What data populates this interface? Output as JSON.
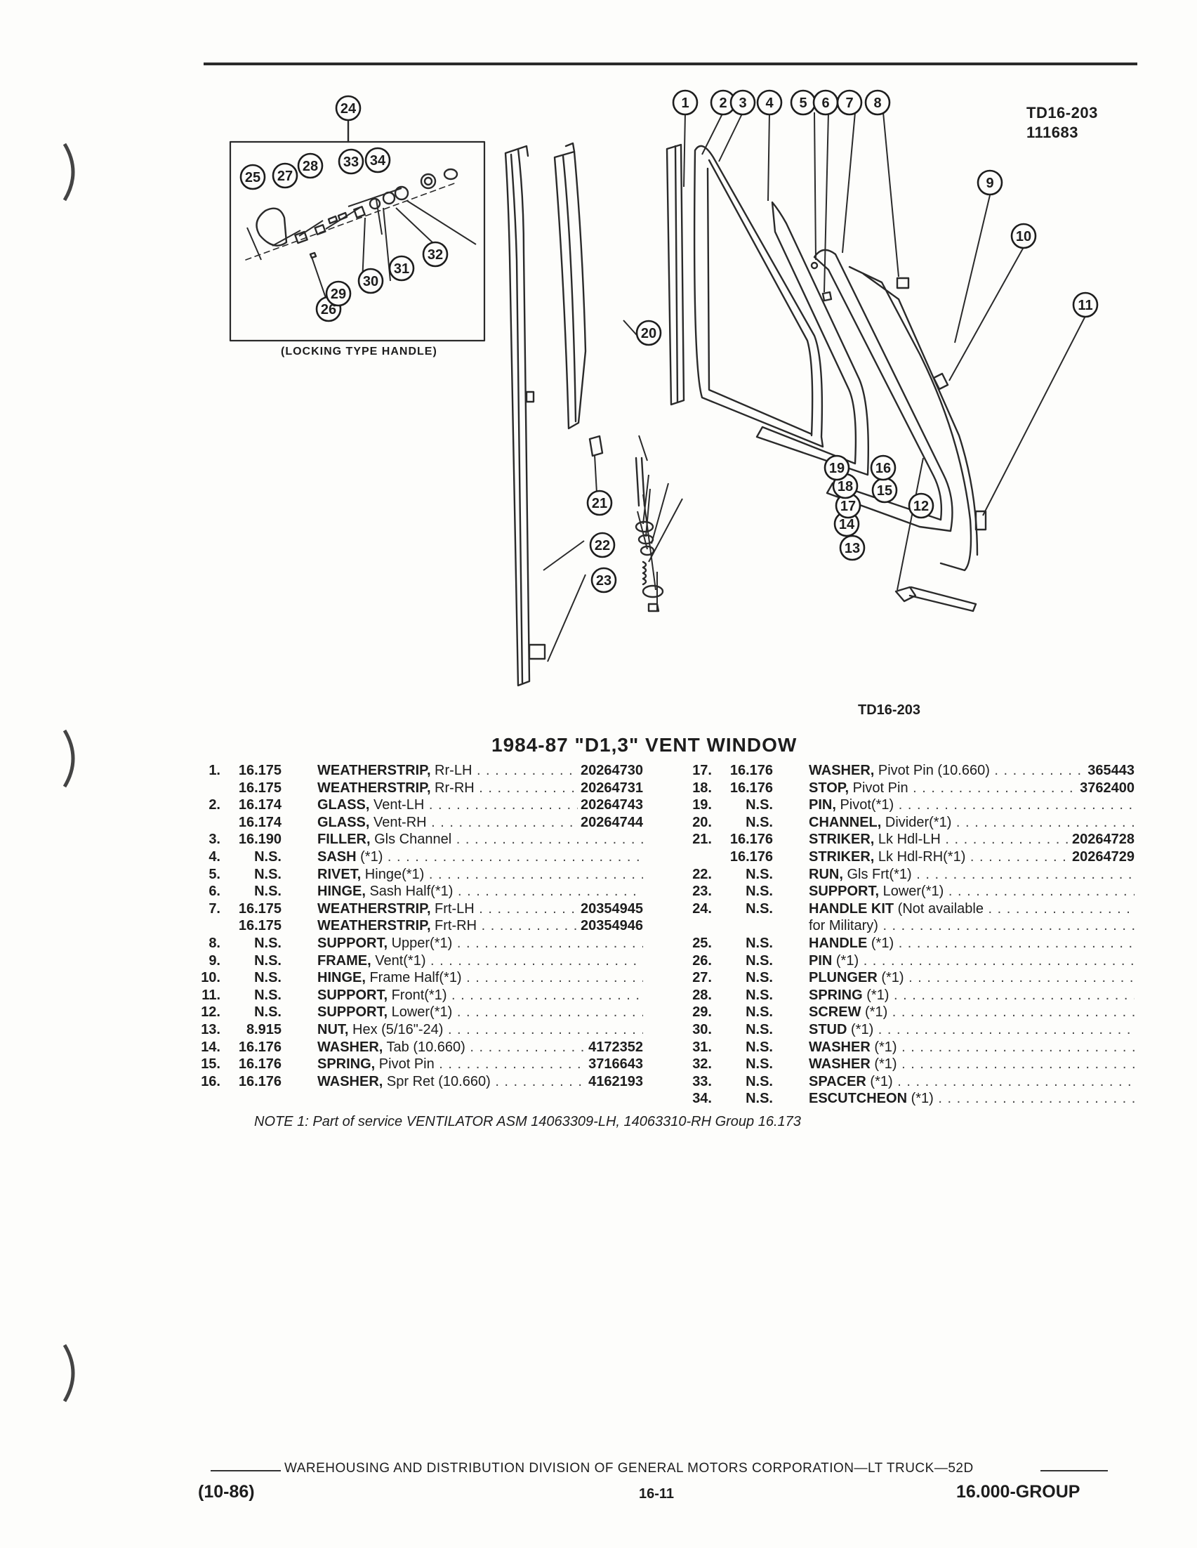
{
  "header": {
    "diagram_code": "TD16-203",
    "diagram_date": "111683"
  },
  "figure": {
    "inset_caption": "(LOCKING TYPE HANDLE)",
    "code": "TD16-203",
    "callouts": [
      "1",
      "2",
      "3",
      "4",
      "5",
      "6",
      "7",
      "8",
      "9",
      "10",
      "11",
      "12",
      "13",
      "14",
      "15",
      "16",
      "17",
      "18",
      "19",
      "20",
      "21",
      "22",
      "23",
      "24",
      "25",
      "26",
      "27",
      "28",
      "29",
      "30",
      "31",
      "32",
      "33",
      "34"
    ]
  },
  "title": "1984-87 \"D1,3\" VENT WINDOW",
  "parts_left": [
    {
      "num": "1.",
      "group": "16.175",
      "name": "WEATHERSTRIP,",
      "detail": " Rr-LH",
      "part_no": "20264730"
    },
    {
      "num": "",
      "group": "16.175",
      "name": "WEATHERSTRIP,",
      "detail": " Rr-RH",
      "part_no": "20264731"
    },
    {
      "num": "2.",
      "group": "16.174",
      "name": "GLASS,",
      "detail": " Vent-LH",
      "part_no": "20264743"
    },
    {
      "num": "",
      "group": "16.174",
      "name": "GLASS,",
      "detail": " Vent-RH",
      "part_no": "20264744"
    },
    {
      "num": "3.",
      "group": "16.190",
      "name": "FILLER,",
      "detail": " Gls Channel",
      "part_no": ""
    },
    {
      "num": "4.",
      "group": "N.S.",
      "name": "SASH",
      "detail": " (*1)",
      "part_no": ""
    },
    {
      "num": "5.",
      "group": "N.S.",
      "name": "RIVET,",
      "detail": " Hinge(*1)",
      "part_no": ""
    },
    {
      "num": "6.",
      "group": "N.S.",
      "name": "HINGE,",
      "detail": " Sash Half(*1)",
      "part_no": ""
    },
    {
      "num": "7.",
      "group": "16.175",
      "name": "WEATHERSTRIP,",
      "detail": " Frt-LH",
      "part_no": "20354945"
    },
    {
      "num": "",
      "group": "16.175",
      "name": "WEATHERSTRIP,",
      "detail": " Frt-RH",
      "part_no": "20354946"
    },
    {
      "num": "8.",
      "group": "N.S.",
      "name": "SUPPORT,",
      "detail": " Upper(*1)",
      "part_no": ""
    },
    {
      "num": "9.",
      "group": "N.S.",
      "name": "FRAME,",
      "detail": " Vent(*1)",
      "part_no": ""
    },
    {
      "num": "10.",
      "group": "N.S.",
      "name": "HINGE,",
      "detail": " Frame Half(*1)",
      "part_no": ""
    },
    {
      "num": "11.",
      "group": "N.S.",
      "name": "SUPPORT,",
      "detail": " Front(*1)",
      "part_no": ""
    },
    {
      "num": "12.",
      "group": "N.S.",
      "name": "SUPPORT,",
      "detail": " Lower(*1)",
      "part_no": ""
    },
    {
      "num": "13.",
      "group": "8.915",
      "name": "NUT,",
      "detail": " Hex (5/16\"-24)",
      "part_no": ""
    },
    {
      "num": "14.",
      "group": "16.176",
      "name": "WASHER,",
      "detail": " Tab (10.660)",
      "part_no": "4172352"
    },
    {
      "num": "15.",
      "group": "16.176",
      "name": "SPRING,",
      "detail": " Pivot Pin",
      "part_no": "3716643"
    },
    {
      "num": "16.",
      "group": "16.176",
      "name": "WASHER,",
      "detail": " Spr Ret (10.660)",
      "part_no": "4162193"
    }
  ],
  "parts_right": [
    {
      "num": "17.",
      "group": "16.176",
      "name": "WASHER,",
      "detail": " Pivot Pin (10.660)",
      "part_no": "365443"
    },
    {
      "num": "18.",
      "group": "16.176",
      "name": "STOP,",
      "detail": " Pivot Pin",
      "part_no": "3762400"
    },
    {
      "num": "19.",
      "group": "N.S.",
      "name": "PIN,",
      "detail": " Pivot(*1)",
      "part_no": ""
    },
    {
      "num": "20.",
      "group": "N.S.",
      "name": "CHANNEL,",
      "detail": " Divider(*1)",
      "part_no": ""
    },
    {
      "num": "21.",
      "group": "16.176",
      "name": "STRIKER,",
      "detail": " Lk Hdl-LH",
      "part_no": "20264728"
    },
    {
      "num": "",
      "group": "16.176",
      "name": "STRIKER,",
      "detail": " Lk Hdl-RH(*1)",
      "part_no": "20264729"
    },
    {
      "num": "22.",
      "group": "N.S.",
      "name": "RUN,",
      "detail": " Gls Frt(*1)",
      "part_no": ""
    },
    {
      "num": "23.",
      "group": "N.S.",
      "name": "SUPPORT,",
      "detail": " Lower(*1)",
      "part_no": ""
    },
    {
      "num": "24.",
      "group": "N.S.",
      "name": "HANDLE KIT",
      "detail": " (Not available",
      "part_no": ""
    },
    {
      "num": "",
      "group": "",
      "name": "",
      "detail": "for Military)",
      "part_no": ""
    },
    {
      "num": "25.",
      "group": "N.S.",
      "name": "HANDLE",
      "detail": " (*1)",
      "part_no": ""
    },
    {
      "num": "26.",
      "group": "N.S.",
      "name": "PIN",
      "detail": " (*1)",
      "part_no": ""
    },
    {
      "num": "27.",
      "group": "N.S.",
      "name": "PLUNGER",
      "detail": " (*1)",
      "part_no": ""
    },
    {
      "num": "28.",
      "group": "N.S.",
      "name": "SPRING",
      "detail": " (*1)",
      "part_no": ""
    },
    {
      "num": "29.",
      "group": "N.S.",
      "name": "SCREW",
      "detail": " (*1)",
      "part_no": ""
    },
    {
      "num": "30.",
      "group": "N.S.",
      "name": "STUD",
      "detail": " (*1)",
      "part_no": ""
    },
    {
      "num": "31.",
      "group": "N.S.",
      "name": "WASHER",
      "detail": " (*1)",
      "part_no": ""
    },
    {
      "num": "32.",
      "group": "N.S.",
      "name": "WASHER",
      "detail": " (*1)",
      "part_no": ""
    },
    {
      "num": "33.",
      "group": "N.S.",
      "name": "SPACER",
      "detail": " (*1)",
      "part_no": ""
    },
    {
      "num": "34.",
      "group": "N.S.",
      "name": "ESCUTCHEON",
      "detail": " (*1)",
      "part_no": ""
    }
  ],
  "note": "NOTE 1: Part of service VENTILATOR ASM 14063309-LH, 14063310-RH Group 16.173",
  "footer": {
    "division": "WAREHOUSING AND DISTRIBUTION DIVISION OF GENERAL MOTORS CORPORATION—LT TRUCK—52D",
    "date": "(10-86)",
    "page": "16-11",
    "group": "16.000-GROUP"
  }
}
